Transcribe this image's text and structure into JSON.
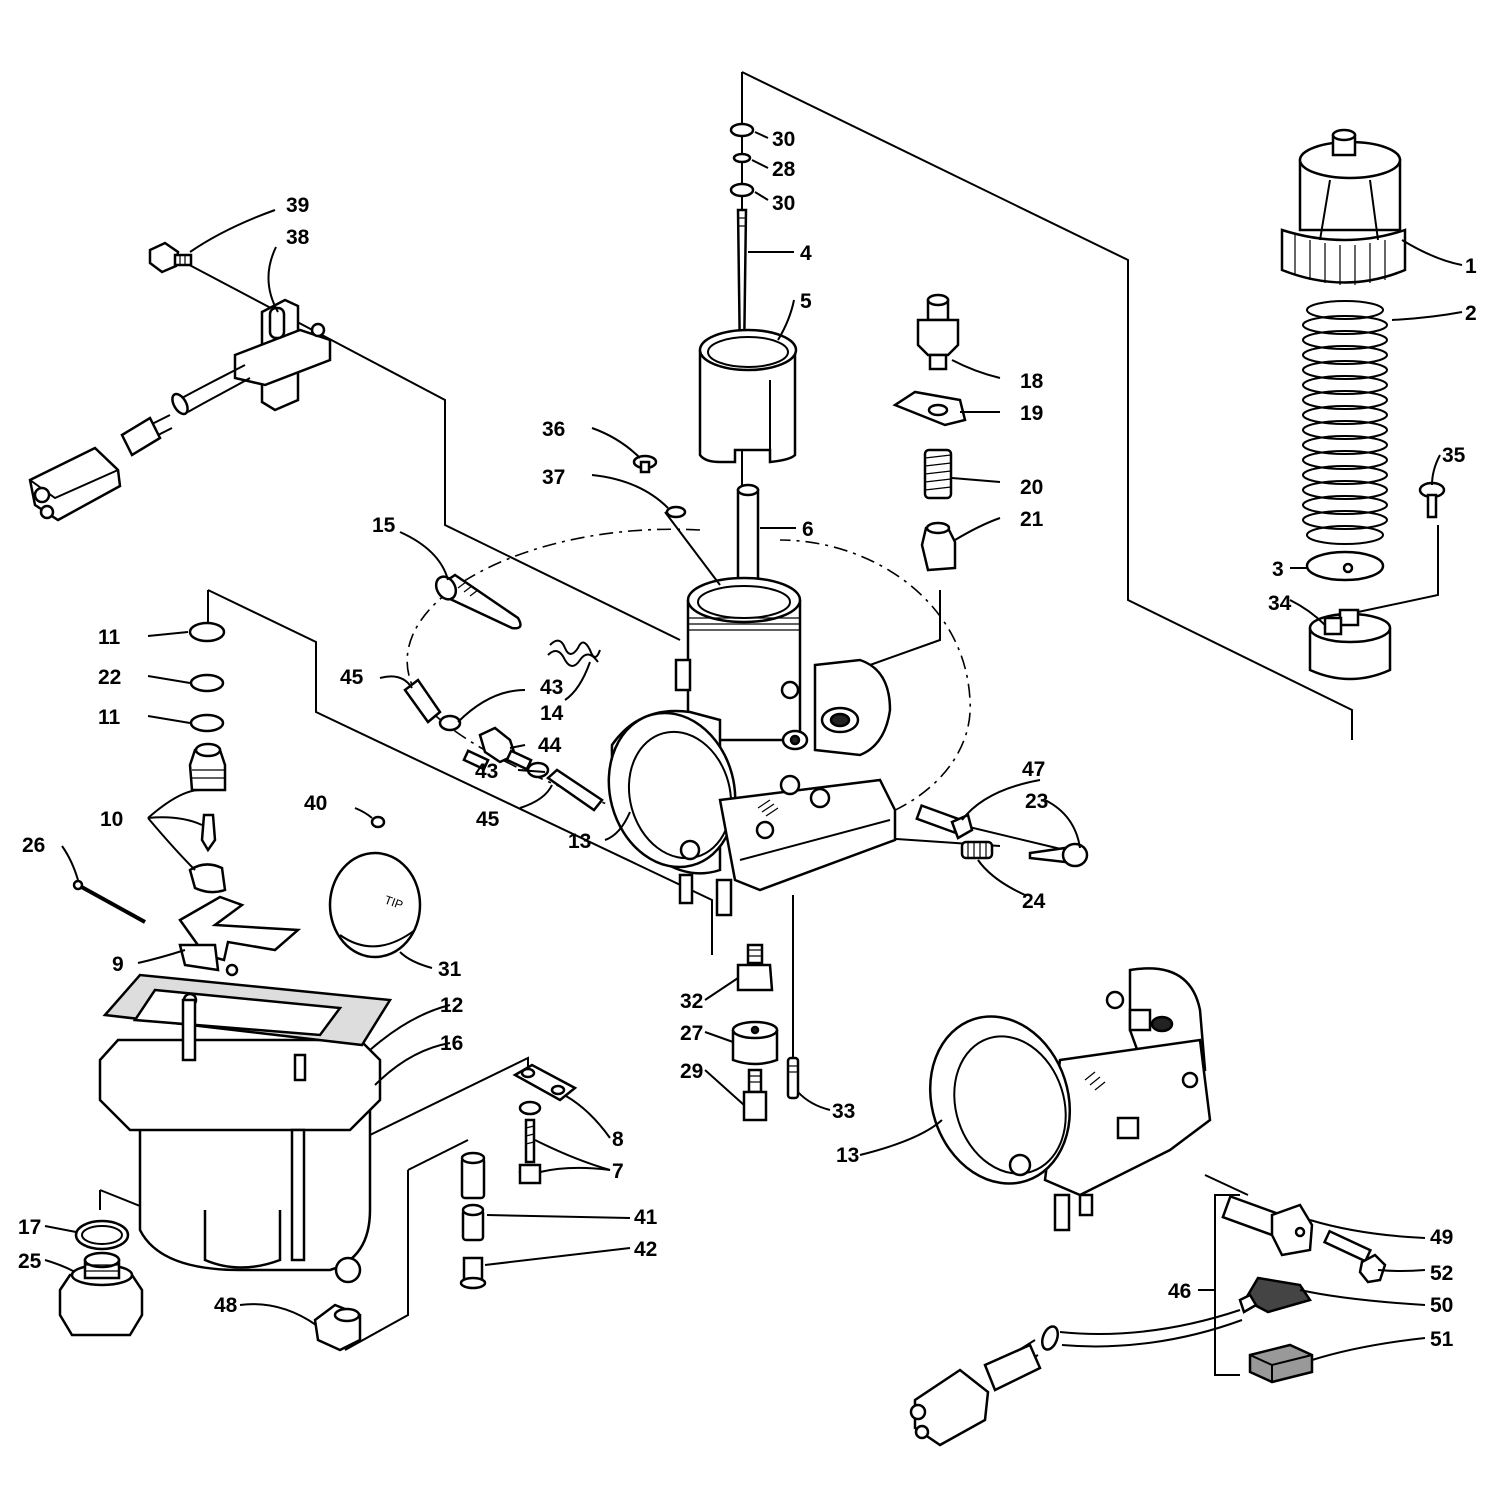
{
  "labels": {
    "l1": "1",
    "l2": "2",
    "l3": "3",
    "l4": "4",
    "l5": "5",
    "l6": "6",
    "l7": "7",
    "l8": "8",
    "l9": "9",
    "l10": "10",
    "l11a": "11",
    "l11b": "11",
    "l12": "12",
    "l13a": "13",
    "l13b": "13",
    "l14": "14",
    "l15": "15",
    "l16": "16",
    "l17": "17",
    "l18": "18",
    "l19": "19",
    "l20": "20",
    "l21": "21",
    "l22": "22",
    "l23": "23",
    "l24": "24",
    "l25": "25",
    "l26": "26",
    "l27": "27",
    "l28": "28",
    "l29": "29",
    "l30a": "30",
    "l30b": "30",
    "l31": "31",
    "l32": "32",
    "l33": "33",
    "l34": "34",
    "l35": "35",
    "l36": "36",
    "l37": "37",
    "l38": "38",
    "l39": "39",
    "l40": "40",
    "l41": "41",
    "l42": "42",
    "l43a": "43",
    "l43b": "43",
    "l44": "44",
    "l45a": "45",
    "l45b": "45",
    "l46": "46",
    "l47": "47",
    "l48": "48",
    "l49": "49",
    "l50": "50",
    "l51": "51",
    "l52": "52"
  },
  "float_mark": "TIP"
}
